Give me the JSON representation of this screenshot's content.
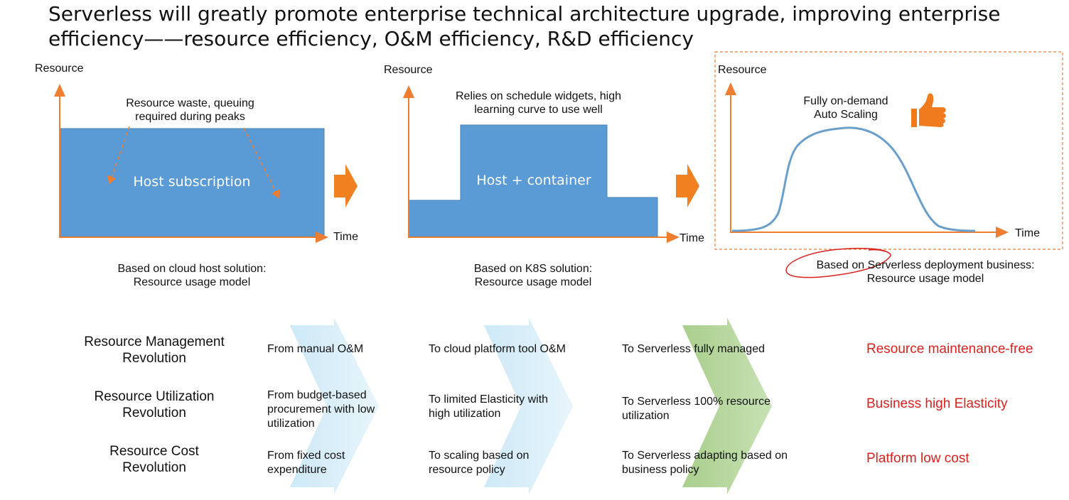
{
  "title": "Serverless will greatly promote enterprise technical architecture upgrade, improving enterprise efficiency——resource efficiency, O&M efficiency, R&D efficiency",
  "colors": {
    "blue_fill": "#5b9bd5",
    "axis_orange": "#ed7d31",
    "arrow_orange": "#f08020",
    "result_red": "#d9221f",
    "light_blue_arrow": "#d8eef8",
    "green_arrow": "#b3d49b"
  },
  "diagrams": [
    {
      "y_axis": "Resource",
      "x_axis": "Time",
      "box_label": "Host subscription",
      "annotation": "Resource waste, queuing required during peaks",
      "caption_line1": "Based on cloud host solution:",
      "caption_line2": "Resource usage model"
    },
    {
      "y_axis": "Resource",
      "x_axis": "Time",
      "box_label": "Host + container",
      "annotation": "Relies on schedule widgets, high learning curve to use well",
      "caption_line1": "Based on K8S solution:",
      "caption_line2": "Resource usage model"
    },
    {
      "y_axis": "Resource",
      "x_axis": "Time",
      "annotation_line1": "Fully on-demand",
      "annotation_line2": "Auto Scaling",
      "icon": "thumbs-up-icon",
      "caption_line1": "Based on Serverless deployment business:",
      "caption_line2": "Resource usage model"
    }
  ],
  "rows": [
    {
      "header": "Resource Management Revolution",
      "from": "From manual O&M",
      "to_cloud": "To cloud platform tool O&M",
      "to_serverless": "To Serverless fully managed",
      "result": "Resource maintenance-free"
    },
    {
      "header": "Resource Utilization Revolution",
      "from": "From budget-based procurement with low utilization",
      "to_cloud": "To limited Elasticity with high utilization",
      "to_serverless": "To Serverless 100% resource utilization",
      "result": "Business high Elasticity"
    },
    {
      "header": "Resource Cost Revolution",
      "from": "From fixed cost expenditure",
      "to_cloud": "To scaling based on resource policy",
      "to_serverless": "To Serverless adapting based on business policy",
      "result": "Platform low cost"
    }
  ]
}
